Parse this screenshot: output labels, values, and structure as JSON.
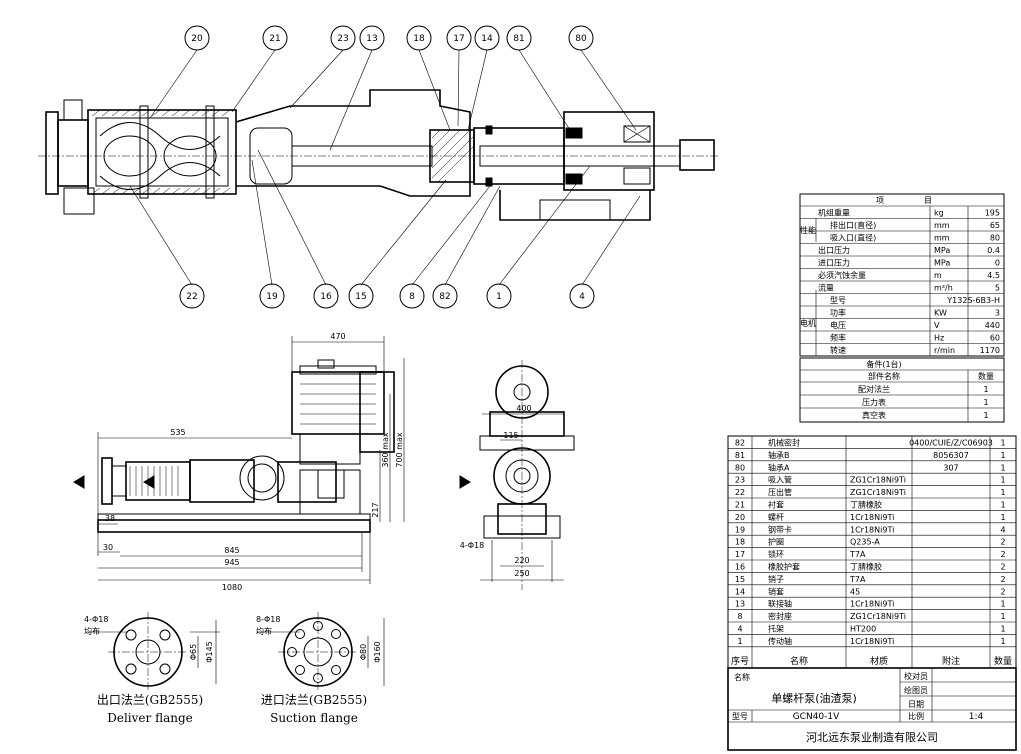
{
  "balloons": {
    "top": [
      "20",
      "21",
      "23",
      "13",
      "18",
      "17",
      "14",
      "81",
      "80"
    ],
    "bottom": [
      "22",
      "19",
      "16",
      "15",
      "8",
      "82",
      "1",
      "4"
    ]
  },
  "dims": {
    "d470": "470",
    "d535": "535",
    "d38": "38",
    "d30": "30",
    "d845": "845",
    "d945": "945",
    "d1080": "1080",
    "d217": "217",
    "d360": "360 max",
    "d700": "700 max",
    "d400": "400",
    "d115": "115",
    "d4phi18": "4-Φ18",
    "d220": "220",
    "d250": "250"
  },
  "flanges": {
    "outlet": {
      "holes": "4-Φ18",
      "uniform": "均布",
      "inner": "Φ65",
      "pitch": "Φ145",
      "label_cn": "出口法兰(GB2555)",
      "label_en": "Deliver flange"
    },
    "inlet": {
      "holes": "8-Φ18",
      "uniform": "均布",
      "inner": "Φ80",
      "pitch": "Φ160",
      "label_cn": "进口法兰(GB2555)",
      "label_en": "Suction flange"
    }
  },
  "spec_table": {
    "header": [
      "项",
      "目"
    ],
    "group_label": "性能",
    "motor_label": "电机",
    "rows": [
      {
        "name": "机组重量",
        "unit": "kg",
        "value": "195"
      },
      {
        "name": "排出口(直径)",
        "unit": "mm",
        "value": "65"
      },
      {
        "name": "吸入口(直径)",
        "unit": "mm",
        "value": "80"
      },
      {
        "name": "出口压力",
        "unit": "MPa",
        "value": "0.4"
      },
      {
        "name": "进口压力",
        "unit": "MPa",
        "value": "0"
      },
      {
        "name": "必须汽蚀余量",
        "unit": "m",
        "value": "4.5"
      },
      {
        "name": "流量",
        "unit": "m³/h",
        "value": "5"
      },
      {
        "name": "型号",
        "unit": "",
        "value": "Y132S-6B3-H"
      },
      {
        "name": "功率",
        "unit": "KW",
        "value": "3"
      },
      {
        "name": "电压",
        "unit": "V",
        "value": "440"
      },
      {
        "name": "频率",
        "unit": "Hz",
        "value": "60"
      },
      {
        "name": "转速",
        "unit": "r/min",
        "value": "1170"
      }
    ]
  },
  "spares_table": {
    "title": "备件(1台)",
    "headers": [
      "部件名称",
      "数量"
    ],
    "rows": [
      {
        "name": "配对法兰",
        "qty": "1"
      },
      {
        "name": "压力表",
        "qty": "1"
      },
      {
        "name": "真空表",
        "qty": "1"
      }
    ]
  },
  "parts_table": {
    "headers": [
      "序号",
      "名称",
      "材质",
      "附注",
      "数量"
    ],
    "rows": [
      {
        "no": "82",
        "name": "机械密封",
        "mat": "",
        "note": "0400/CUIE/Z/C06903",
        "qty": "1"
      },
      {
        "no": "81",
        "name": "轴承B",
        "mat": "",
        "note": "8056307",
        "qty": "1"
      },
      {
        "no": "80",
        "name": "轴承A",
        "mat": "",
        "note": "307",
        "qty": "1"
      },
      {
        "no": "23",
        "name": "吸入管",
        "mat": "ZG1Cr18Ni9Ti",
        "note": "",
        "qty": "1"
      },
      {
        "no": "22",
        "name": "压出管",
        "mat": "ZG1Cr18Ni9Ti",
        "note": "",
        "qty": "1"
      },
      {
        "no": "21",
        "name": "衬套",
        "mat": "丁腈橡胶",
        "note": "",
        "qty": "1"
      },
      {
        "no": "20",
        "name": "螺杆",
        "mat": "1Cr18Ni9Ti",
        "note": "",
        "qty": "1"
      },
      {
        "no": "19",
        "name": "钢带卡",
        "mat": "1Cr18Ni9Ti",
        "note": "",
        "qty": "4"
      },
      {
        "no": "18",
        "name": "护圈",
        "mat": "Q235-A",
        "note": "",
        "qty": "2"
      },
      {
        "no": "17",
        "name": "锁环",
        "mat": "T7A",
        "note": "",
        "qty": "2"
      },
      {
        "no": "16",
        "name": "橡胶护套",
        "mat": "丁腈橡胶",
        "note": "",
        "qty": "2"
      },
      {
        "no": "15",
        "name": "销子",
        "mat": "T7A",
        "note": "",
        "qty": "2"
      },
      {
        "no": "14",
        "name": "销套",
        "mat": "45",
        "note": "",
        "qty": "2"
      },
      {
        "no": "13",
        "name": "联接轴",
        "mat": "1Cr18Ni9Ti",
        "note": "",
        "qty": "1"
      },
      {
        "no": "8",
        "name": "密封座",
        "mat": "ZG1Cr18Ni9Ti",
        "note": "",
        "qty": "1"
      },
      {
        "no": "4",
        "name": "托架",
        "mat": "HT200",
        "note": "",
        "qty": "1"
      },
      {
        "no": "1",
        "name": "传动轴",
        "mat": "1Cr18Ni9Ti",
        "note": "",
        "qty": "1"
      }
    ]
  },
  "title_block": {
    "name_label": "名称",
    "name_value": "单螺杆泵(油渣泵)",
    "model_label": "型号",
    "model_value": "GCN40-1V",
    "check_label": "校对员",
    "draw_label": "绘图员",
    "date_label": "日期",
    "scale_label": "比例",
    "scale_value": "1:4",
    "company": "河北远东泵业制造有限公司"
  }
}
